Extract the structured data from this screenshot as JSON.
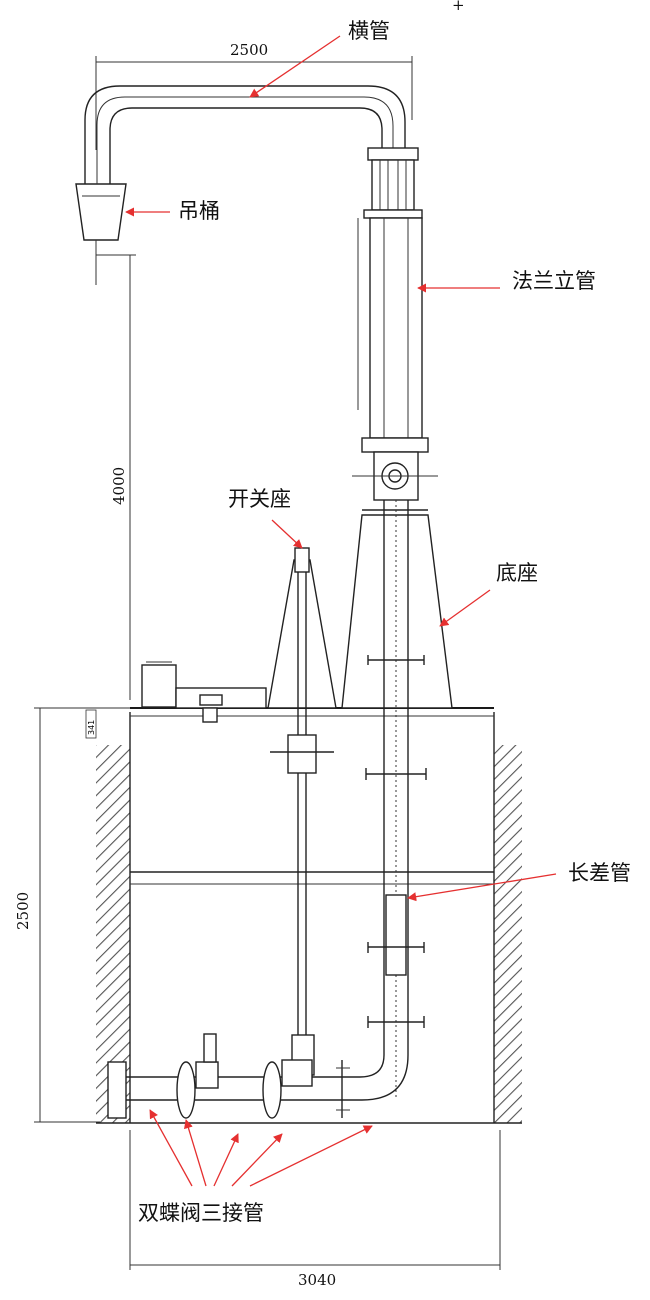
{
  "labels": {
    "hengguan": "横管",
    "diaotong": "吊桶",
    "falan_liguan": "法兰立管",
    "kaiguanzuo": "开关座",
    "dizuo": "底座",
    "changchaguan": "长差管",
    "shuangdie": "双蝶阀三接管"
  },
  "dimensions": {
    "top_width": "2500",
    "height_upper": "4000",
    "height_lower": "2500",
    "bottom_width": "3040",
    "small_step": "341"
  },
  "colors": {
    "arrow": "#e53030",
    "line": "#222222",
    "hatch": "#555555"
  }
}
